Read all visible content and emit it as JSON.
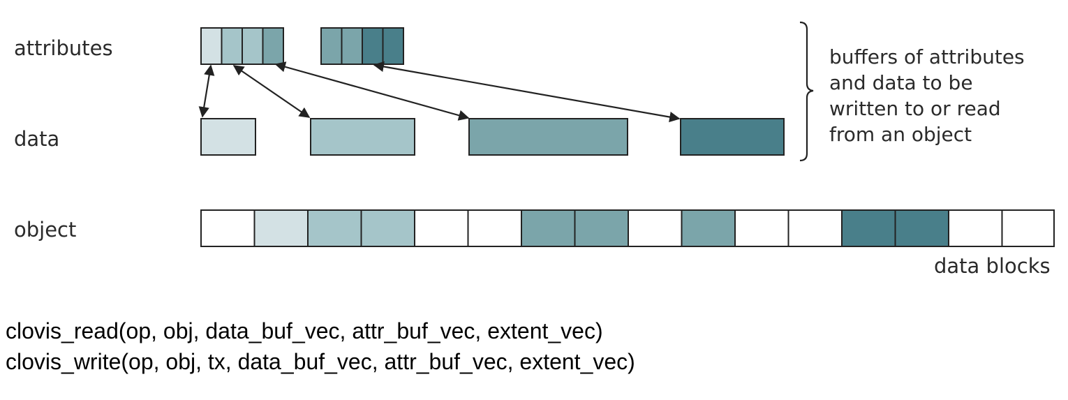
{
  "labels": {
    "attributes": "attributes",
    "data": "data",
    "object": "object",
    "data_blocks": "data blocks"
  },
  "buffers_note": [
    "buffers of attributes",
    "and data to be",
    "written to or read",
    "from an object"
  ],
  "code": {
    "read": "clovis_read(op, obj, data_buf_vec, attr_buf_vec, extent_vec)",
    "write": "clovis_write(op, obj, tx, data_buf_vec, attr_buf_vec, extent_vec)"
  },
  "colors": {
    "empty": "#ffffff",
    "c1": "#d3e1e4",
    "c2": "#a5c5c9",
    "c3": "#7ba5aa",
    "c4": "#497f8a",
    "stroke": "#222222"
  },
  "attribute_buffers": [
    [
      "c1",
      "c2",
      "c2",
      "c3"
    ],
    [
      "c3",
      "c3",
      "c4",
      "c4"
    ]
  ],
  "data_buffers": [
    "c1",
    "c2",
    "c3",
    "c4"
  ],
  "object_blocks": [
    "empty",
    "c1",
    "c2",
    "c2",
    "empty",
    "empty",
    "c3",
    "c3",
    "empty",
    "c3",
    "empty",
    "empty",
    "c4",
    "c4",
    "empty",
    "empty"
  ]
}
